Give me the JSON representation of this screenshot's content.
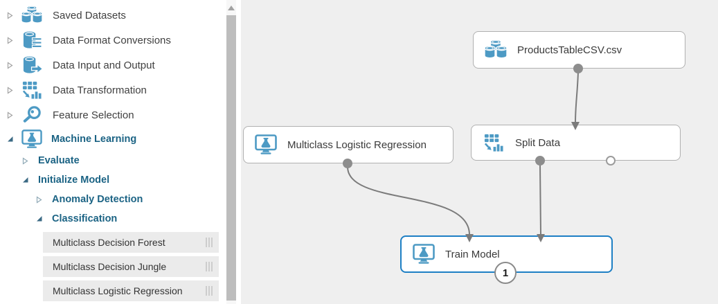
{
  "sidebar": {
    "items": [
      {
        "label": "Saved Datasets",
        "state": "collapsed"
      },
      {
        "label": "Data Format Conversions",
        "state": "collapsed"
      },
      {
        "label": "Data Input and Output",
        "state": "collapsed"
      },
      {
        "label": "Data Transformation",
        "state": "collapsed"
      },
      {
        "label": "Feature Selection",
        "state": "collapsed"
      },
      {
        "label": "Machine Learning",
        "state": "expanded"
      },
      {
        "label": "Evaluate",
        "state": "collapsed"
      },
      {
        "label": "Initialize Model",
        "state": "expanded"
      },
      {
        "label": "Anomaly Detection",
        "state": "collapsed"
      },
      {
        "label": "Classification",
        "state": "expanded"
      },
      {
        "label": "Multiclass Decision Forest"
      },
      {
        "label": "Multiclass Decision Jungle"
      },
      {
        "label": "Multiclass Logistic Regression"
      }
    ]
  },
  "canvas": {
    "nodes": {
      "dataset": {
        "label": "ProductsTableCSV.csv"
      },
      "algorithm": {
        "label": "Multiclass Logistic Regression"
      },
      "split": {
        "label": "Split Data"
      },
      "train": {
        "label": "Train Model",
        "badge": "1",
        "selected": true
      }
    },
    "connections": [
      {
        "from": "ProductsTableCSV.csv",
        "to": "Split Data"
      },
      {
        "from": "Multiclass Logistic Regression",
        "to": "Train Model (left input)"
      },
      {
        "from": "Split Data (left output)",
        "to": "Train Model (right input)"
      }
    ]
  },
  "colors": {
    "icon_blue": "#4d9ac4",
    "tree_bold_text": "#1b6384",
    "selected_node_border": "#1d7fc4",
    "connector_gray": "#7b7b7b",
    "canvas_background": "#efefef",
    "leaf_item_background": "#ebebeb"
  }
}
